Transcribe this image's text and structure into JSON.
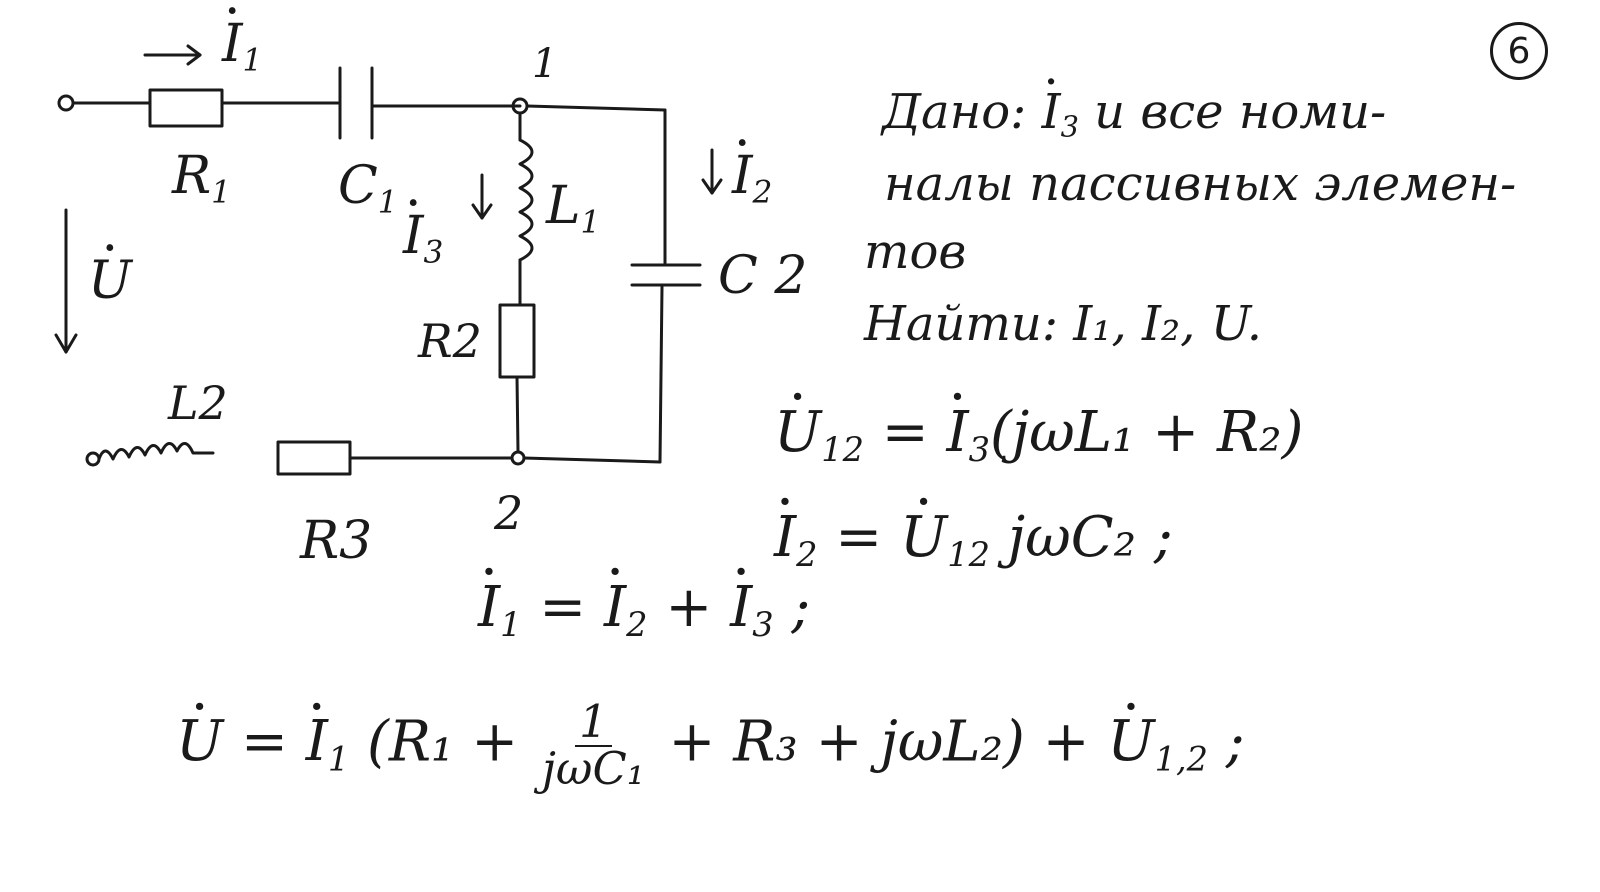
{
  "page_number": "6",
  "labels": {
    "i1": "I",
    "i1_sub": "1",
    "r1": "R",
    "r1_sub": "1",
    "c1": "C",
    "c1_sub": "1",
    "node1": "1",
    "i3": "I",
    "i3_sub": "3",
    "l1": "L",
    "l1_sub": "1",
    "i2": "I",
    "i2_sub": "2",
    "c2": "C 2",
    "u": "U",
    "r2": "R2",
    "l2": "L2",
    "r3": "R3",
    "node2": "2"
  },
  "notes": {
    "given_line1_a": "Дано: ",
    "given_i3": "I",
    "given_i3_sub": "3",
    "given_line1_b": " и все номи-",
    "given_line2": "налы пассивных элемен-",
    "given_line3": "тов",
    "find_a": "Найти: ",
    "find_vars": "I₁, I₂, U."
  },
  "equations": {
    "eq1_lhs": "U",
    "eq1_lhs_sub": "12",
    "eq1_mid": " = ",
    "eq1_i": "I",
    "eq1_i_sub": "3",
    "eq1_rhs": "(jωL₁ + R₂)",
    "eq2_lhs": "I",
    "eq2_lhs_sub": "2",
    "eq2_mid": " = ",
    "eq2_u": "U",
    "eq2_u_sub": "12",
    "eq2_rhs": " jωC₂ ;",
    "eq3_lhs": "I",
    "eq3_lhs_sub": "1",
    "eq3_mid": " = ",
    "eq3_a": "I",
    "eq3_a_sub": "2",
    "eq3_plus": " + ",
    "eq3_b": "I",
    "eq3_b_sub": "3",
    "eq3_end": " ;",
    "eq4_lhs": "U",
    "eq4_mid": " = ",
    "eq4_i": "I",
    "eq4_i_sub": "1",
    "eq4_open": " (R₁ + ",
    "eq4_frac_num": "1",
    "eq4_frac_den": "jωC₁",
    "eq4_close": " + R₃ + jωL₂) + ",
    "eq4_u": "U",
    "eq4_u_sub": "1,2",
    "eq4_end": " ;"
  }
}
